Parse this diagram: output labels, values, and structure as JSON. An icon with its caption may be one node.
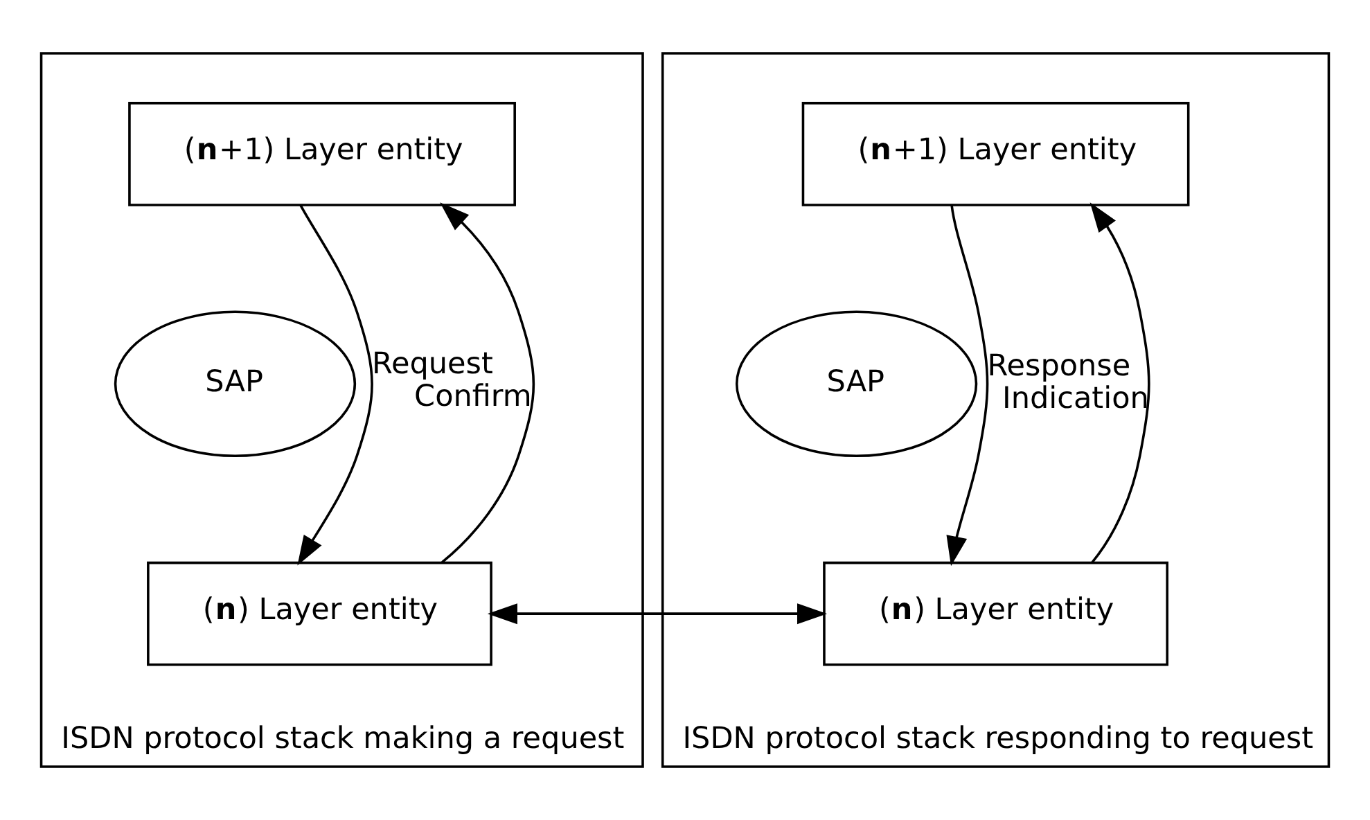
{
  "diagram": {
    "nodes": [
      {
        "text": [
          "ISDN protocol stack making a request"
        ]
      },
      {
        "text": [
          "(**n**+1) Layer entity"
        ],
        "in": 0
      },
      {
        "text": [
          "SAP"
        ],
        "in": 0
      },
      {
        "text": [
          "(**n**) Layer entity"
        ],
        "in": 0
      },
      {
        "text": [
          "ISDN protocol stack responding to request"
        ]
      },
      {
        "text": [
          "(**n**+1) Layer entity"
        ],
        "in": 4
      },
      {
        "text": [
          "SAP"
        ],
        "in": 4
      },
      {
        "text": [
          "(**n**) Layer entity"
        ],
        "in": 4
      }
    ],
    "edges": [
      {
        "from": 1,
        "to": 3,
        "arrow": "to",
        "label": "Request"
      },
      {
        "from": 3,
        "to": 1,
        "arrow": "to",
        "label": "Confirm"
      },
      {
        "from": 3,
        "to": 7,
        "arrow": "to"
      },
      {
        "from": 7,
        "to": 5,
        "arrow": "to",
        "label": "Indication"
      },
      {
        "from": 5,
        "to": 7,
        "arrow": "to",
        "label": "Response"
      },
      {
        "from": 7,
        "to": 3,
        "arrow": "to"
      }
    ]
  }
}
